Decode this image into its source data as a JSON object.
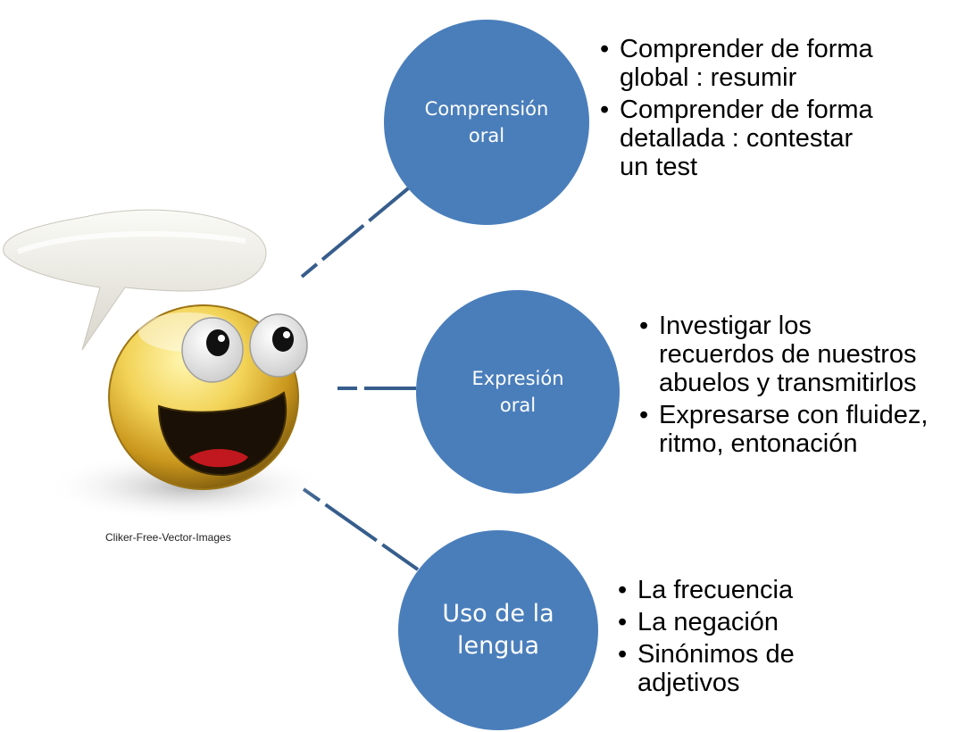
{
  "diagram": {
    "nodes": [
      {
        "id": "comprension",
        "label": "Comprensión\noral",
        "bullets": [
          "Comprender de forma\nglobal : resumir",
          "Comprender de forma\ndetallada :  contestar\nun test"
        ]
      },
      {
        "id": "expresion",
        "label": "Expresión\noral",
        "bullets": [
          "Investigar los\nrecuerdos de nuestros\nabuelos y transmitirlos",
          "Expresarse con fluidez,\nritmo, entonación"
        ]
      },
      {
        "id": "uso",
        "label": "Uso de la\nlengua",
        "bullets": [
          "La frecuencia",
          "La negación",
          "Sinónimos de\nadjetivos"
        ]
      }
    ],
    "image_credit": "Cliker-Free-Vector-Images",
    "colors": {
      "node_fill": "#4a7ebb",
      "connector": "#365d8c",
      "node_text": "#ffffff",
      "bullet_text": "#000000"
    },
    "illustration": "smiley-face-with-speech-bubble"
  }
}
